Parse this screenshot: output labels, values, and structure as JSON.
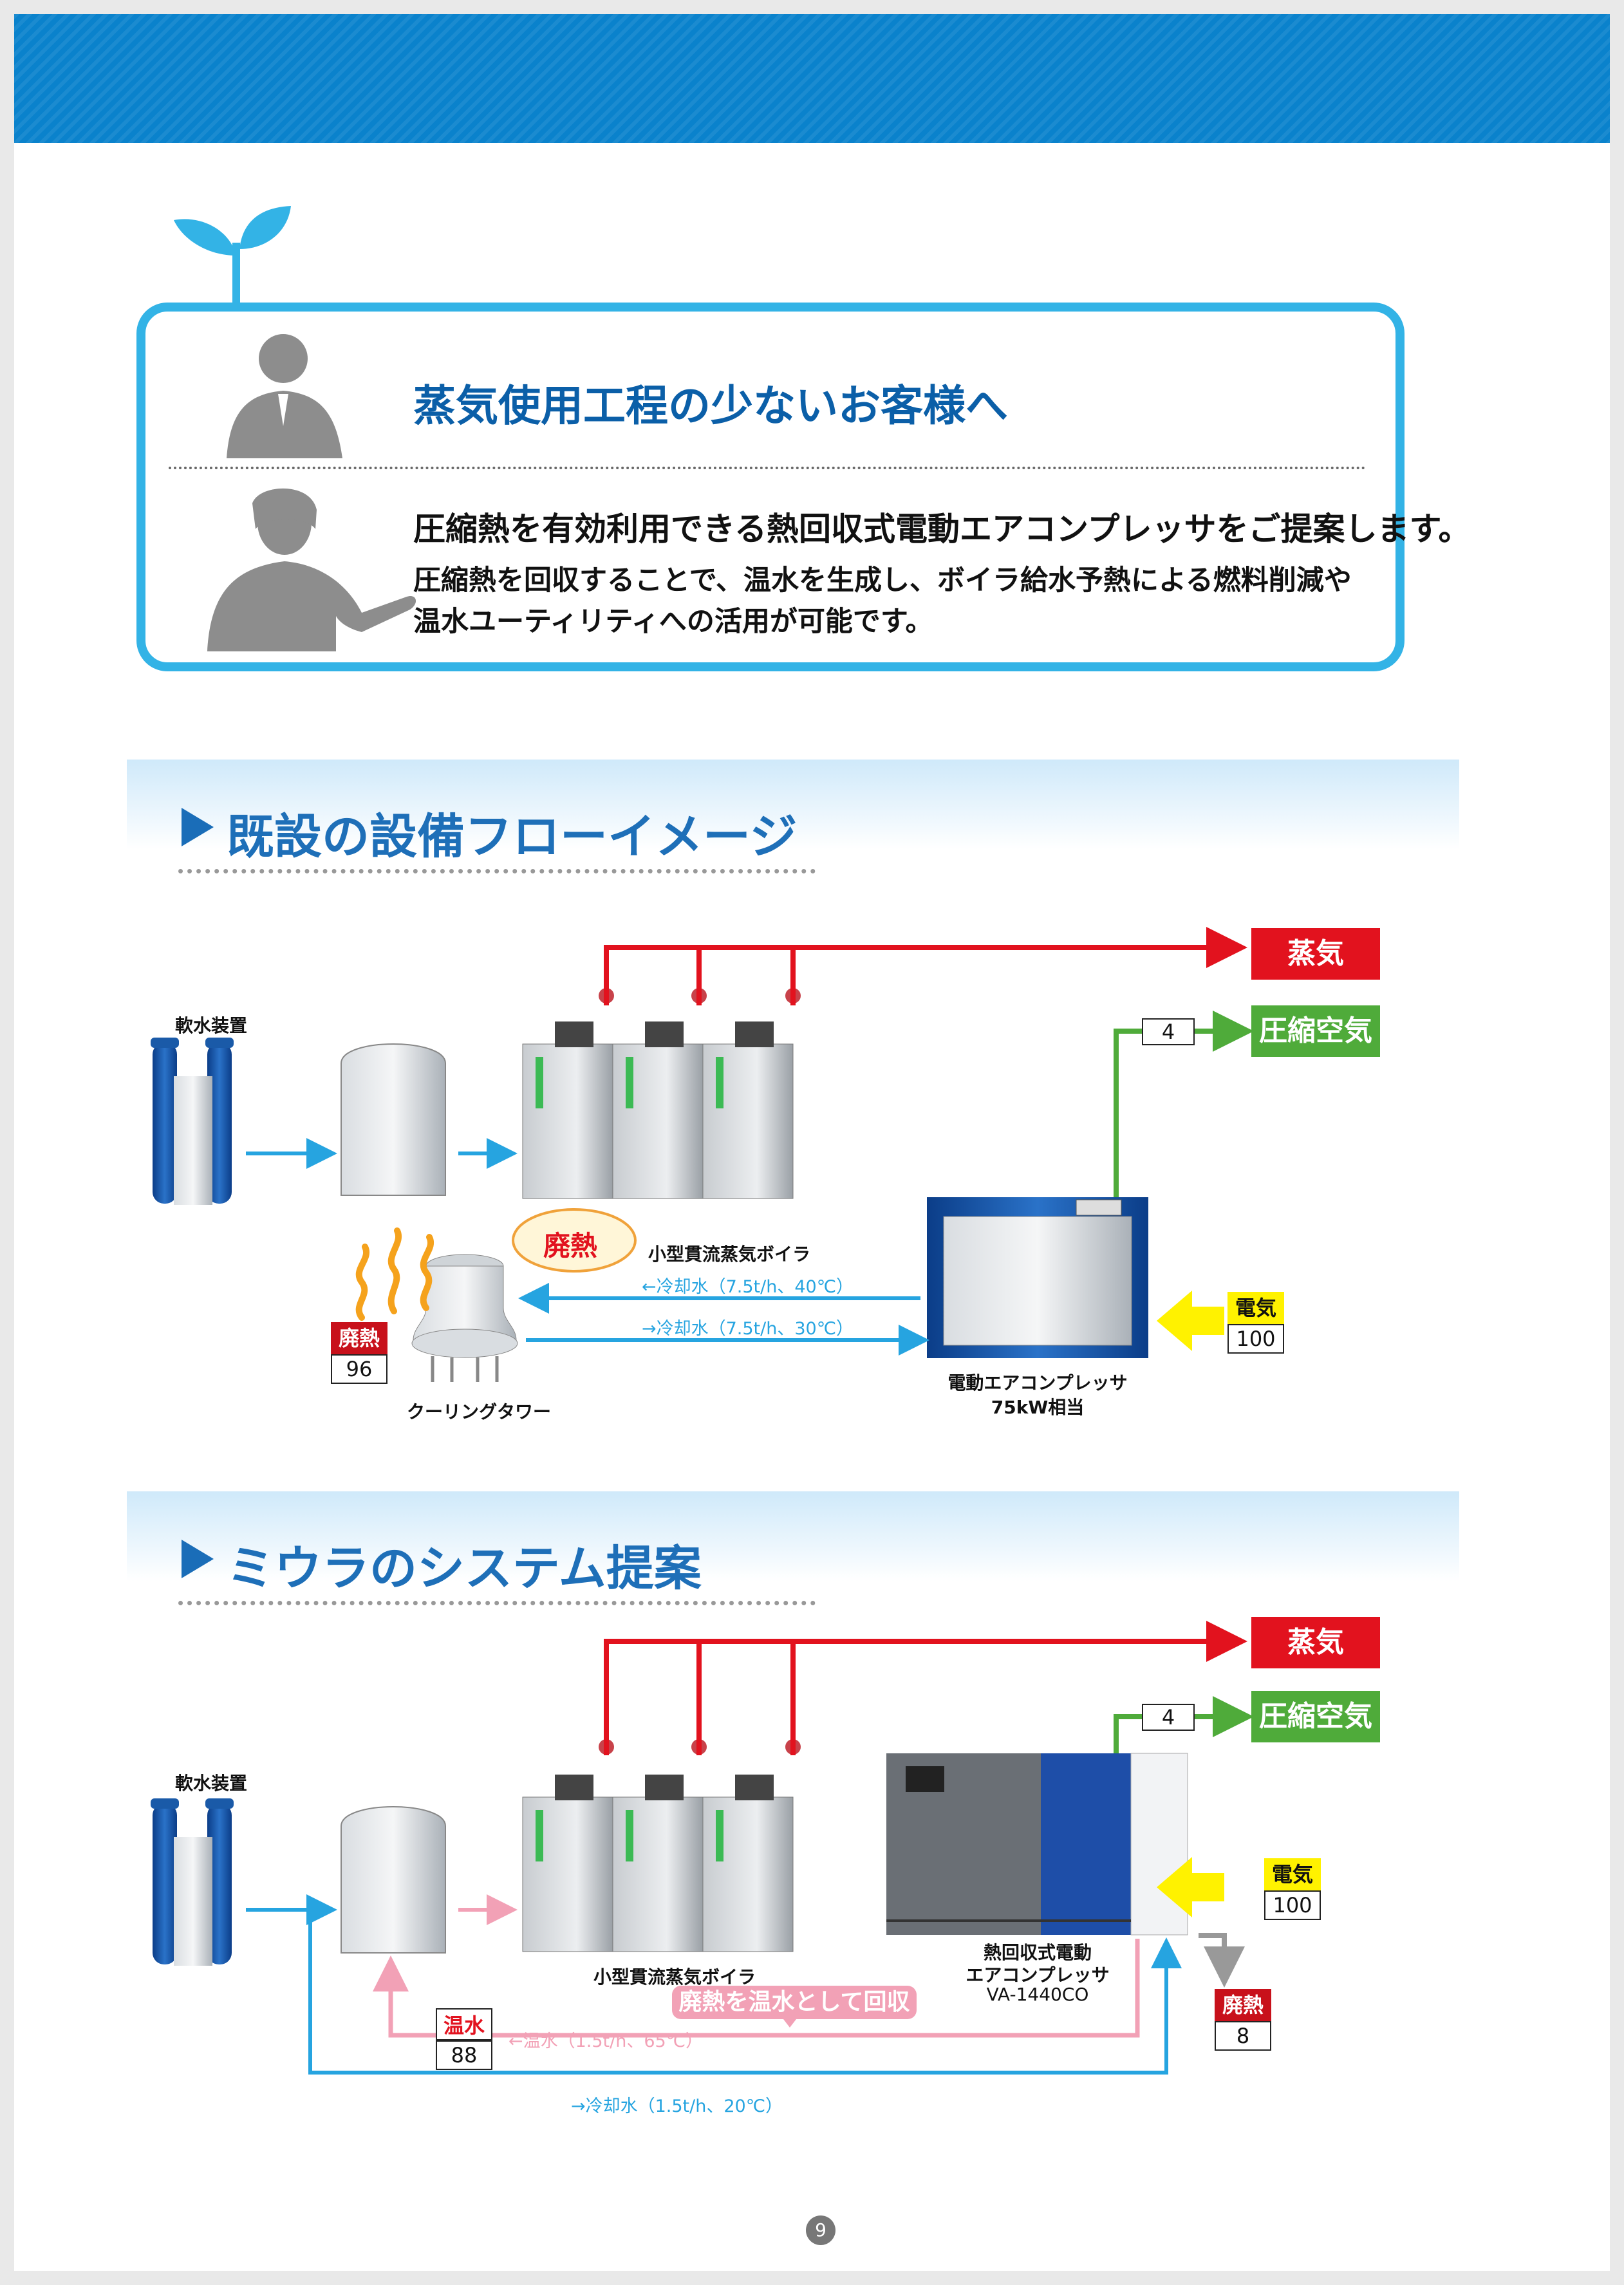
{
  "intro": {
    "title": "蒸気使用工程の少ないお客様へ",
    "lead": "圧縮熱を有効利用できる熱回収式電動エアコンプレッサをご提案します。",
    "body": "圧縮熱を回収することで、温水を生成し、ボイラ給水予熱による燃料削減や温水ユーティリティへの活用が可能です。"
  },
  "section1": {
    "title": "既設の設備フローイメージ",
    "labels": {
      "softener": "軟水装置",
      "boiler": "小型貫流蒸気ボイラ",
      "compressor_line1": "電動エアコンプレッサ",
      "compressor_line2": "75kW相当",
      "cooling_tower": "クーリングタワー",
      "waste_heat_bubble": "廃熱"
    },
    "flows": {
      "cool_return": "←冷却水（7.5t/h、40℃）",
      "cool_supply": "→冷却水（7.5t/h、30℃）"
    },
    "outputs": {
      "steam": "蒸気",
      "air": "圧縮空気",
      "air_value": "4",
      "electricity": "電気",
      "electricity_value": "100",
      "waste": "廃熱",
      "waste_value": "96"
    }
  },
  "section2": {
    "title": "ミウラのシステム提案",
    "labels": {
      "softener": "軟水装置",
      "boiler": "小型貫流蒸気ボイラ",
      "compressor_line1": "熱回収式電動",
      "compressor_line2": "エアコンプレッサ",
      "compressor_line3": "VA-1440CO"
    },
    "flows": {
      "hot_water": "←温水（1.5t/h、65℃）",
      "cool_water": "→冷却水（1.5t/h、20℃）",
      "recover_pill": "廃熱を温水として回収"
    },
    "outputs": {
      "steam": "蒸気",
      "air": "圧縮空気",
      "air_value": "4",
      "electricity": "電気",
      "electricity_value": "100",
      "waste": "廃熱",
      "waste_value": "8",
      "hot": "温水",
      "hot_value": "88"
    }
  },
  "page_number": "9",
  "colors": {
    "band": "#0a82cc",
    "steam": "#e2121e",
    "air": "#4fab3a",
    "water": "#26a4e0",
    "hot": "#f2a1b6",
    "electric": "#fff200"
  }
}
